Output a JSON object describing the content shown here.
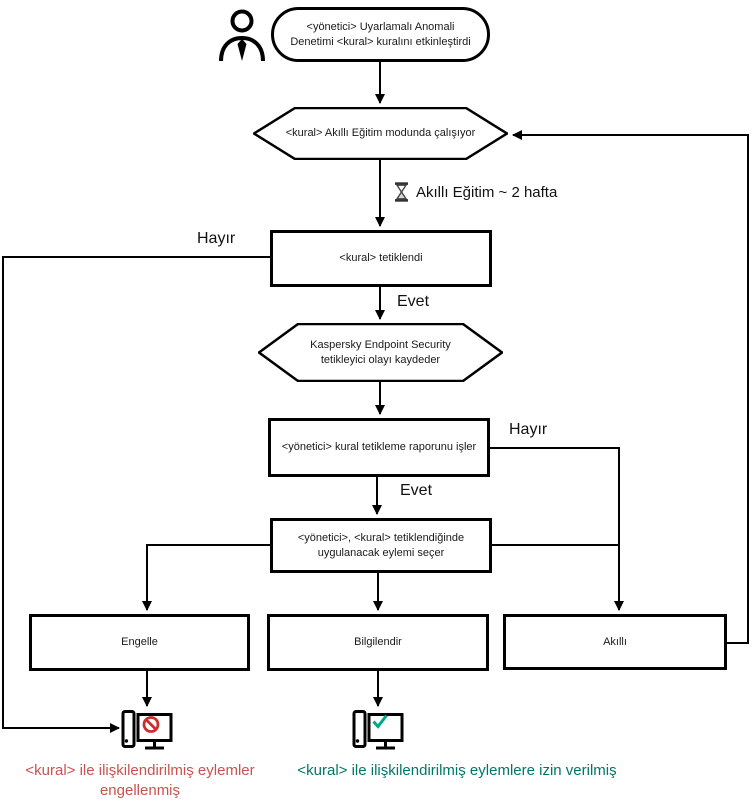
{
  "diagram": {
    "title_hint": "Adaptive Anomaly Control rule flow (Turkish)",
    "nodes": {
      "start": "<yönetici> Uyarlamalı Anomali Denetimi <kural> kuralını etkinleştirdi",
      "training_mode": "<kural> Akıllı Eğitim modunda çalışıyor",
      "rule_triggered": "<kural> tetiklendi",
      "kes_logs_event": "Kaspersky Endpoint Security tetikleyici olayı kaydeder",
      "admin_processes_report": "<yönetici> kural tetikleme raporunu işler",
      "admin_selects_action": "<yönetici>, <kural> tetiklendiğinde uygulanacak eylemi seçer",
      "block": "Engelle",
      "inform": "Bilgilendir",
      "smart": "Akıllı"
    },
    "edge_labels": {
      "timer": "Akıllı Eğitim ~ 2 hafta",
      "no_1": "Hayır",
      "yes_1": "Evet",
      "no_2": "Hayır",
      "yes_2": "Evet"
    },
    "outcomes": {
      "blocked": "<kural> ile ilişkilendirilmiş eylemler engellenmiş",
      "allowed": "<kural> ile ilişkilendirilmiş eylemlere izin verilmiş"
    },
    "icons": {
      "actor": "person-icon",
      "timer": "hourglass-icon",
      "blocked": "computer-blocked-icon",
      "allowed": "computer-allowed-icon"
    },
    "colors": {
      "line": "#000000",
      "blocked_text": "#c9534f",
      "allowed_text": "#00766b",
      "prohibition_sign": "#c9302c",
      "checkmark": "#00a88e"
    }
  }
}
